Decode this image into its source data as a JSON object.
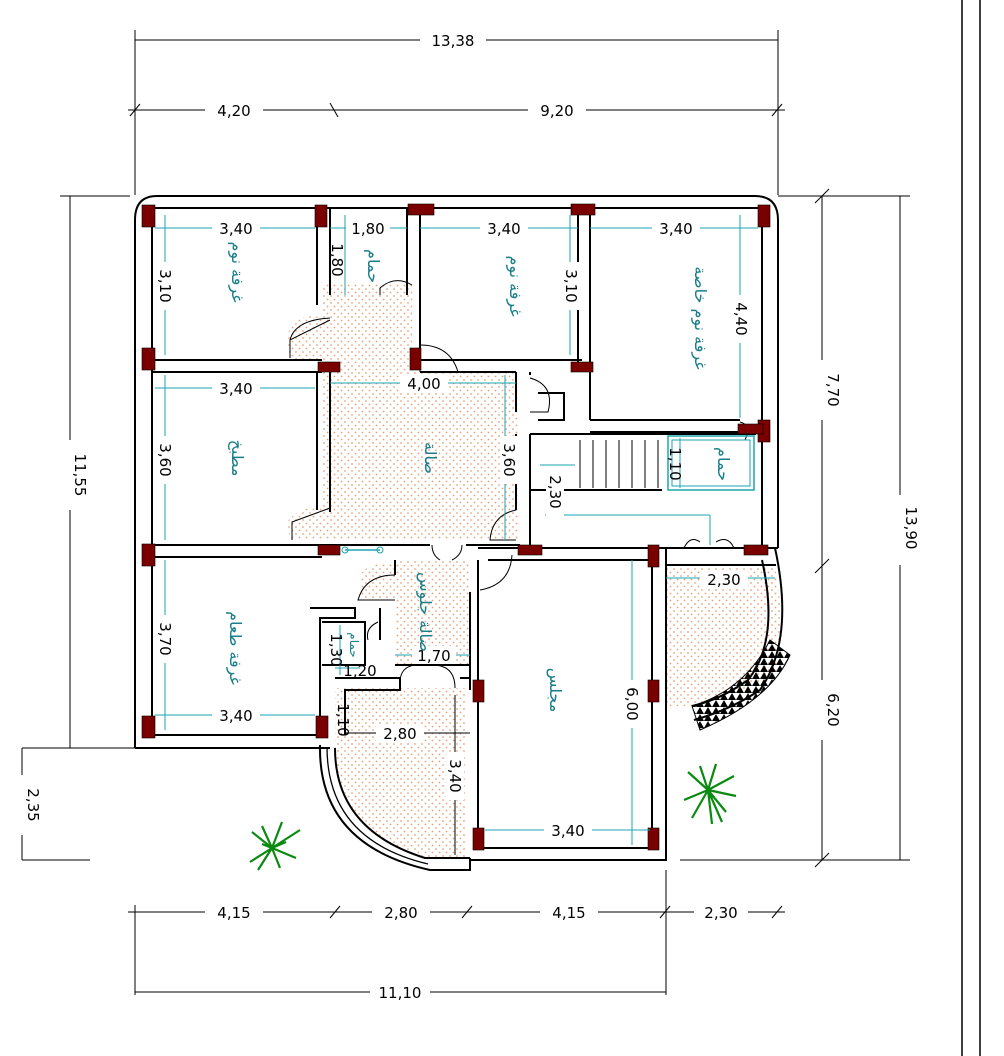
{
  "dimensions": {
    "top_total": "13,38",
    "top_left": "4,20",
    "top_right": "9,20",
    "left_total": "11,55",
    "right_upper": "7,70",
    "right_lower": "6,20",
    "right_total": "13,90",
    "left_offset": "2,35",
    "bottom_a": "4,15",
    "bottom_b": "2,80",
    "bottom_c": "4,15",
    "bottom_d": "2,30",
    "bottom_total": "11,10",
    "r1_width": "3,40",
    "bath_width": "1,80",
    "bath_depth": "1,80",
    "r2_width": "3,40",
    "r3_width": "3,40",
    "r1_depth": "3,10",
    "r2_depth": "3,10",
    "r3_depth": "4,40",
    "kitchen_width": "3,40",
    "hall_width": "4,00",
    "kitchen_depth": "3,60",
    "hall_depth": "3,60",
    "bath2_depth": "1,10",
    "stair_depth": "2,30",
    "dining_depth": "3,70",
    "dining_width": "3,40",
    "wc_depth": "1,30",
    "wc_width": "1,20",
    "lobby_width": "1,70",
    "entry_depth": "1,10",
    "bay_width": "2,80",
    "bay_depth": "3,40",
    "salon_depth": "6,00",
    "salon_width": "3,40",
    "terrace_width": "2,30"
  },
  "rooms": {
    "bedroom1": "غرفة نوم",
    "bath1": "حمام",
    "bedroom2": "غرفة نوم",
    "master": "غرفة نوم خاصة",
    "kitchen": "مطبخ",
    "hall": "صالة",
    "bath2": "حمام",
    "dining": "غرفة طعام",
    "lounge": "صالة جلوس",
    "wc": "حمام",
    "salon": "مجلس"
  }
}
